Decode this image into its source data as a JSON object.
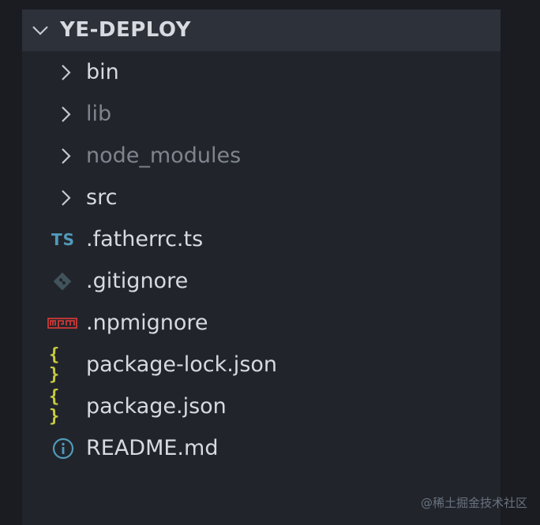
{
  "explorer": {
    "section_title": "YE-DEPLOY",
    "items": [
      {
        "label": "bin",
        "kind": "folder",
        "dim": false
      },
      {
        "label": "lib",
        "kind": "folder",
        "dim": true
      },
      {
        "label": "node_modules",
        "kind": "folder",
        "dim": true
      },
      {
        "label": "src",
        "kind": "folder",
        "dim": false
      },
      {
        "label": ".fatherrc.ts",
        "kind": "ts-file",
        "icon_text": "TS",
        "dim": false
      },
      {
        "label": ".gitignore",
        "kind": "git-file",
        "dim": false
      },
      {
        "label": ".npmignore",
        "kind": "npm-file",
        "dim": false
      },
      {
        "label": "package-lock.json",
        "kind": "json-file",
        "icon_text": "{ }",
        "dim": false
      },
      {
        "label": "package.json",
        "kind": "json-file",
        "icon_text": "{ }",
        "dim": false
      },
      {
        "label": "README.md",
        "kind": "info-file",
        "dim": false
      }
    ]
  },
  "watermark": "@稀土掘金技术社区",
  "colors": {
    "ts": "#519aba",
    "git": "#41535b",
    "npm": "#cb3837",
    "json": "#cbcb41",
    "info": "#519aba"
  }
}
